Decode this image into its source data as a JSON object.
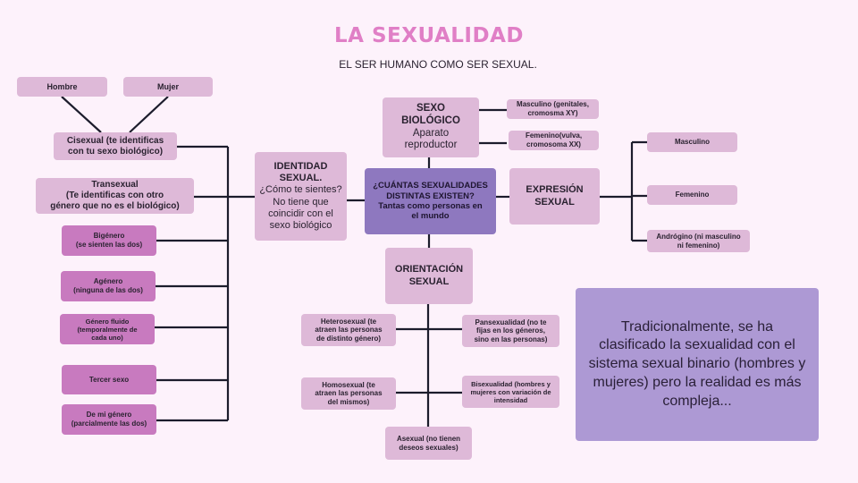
{
  "header": {
    "title": "LA SEXUALIDAD",
    "subtitle": "EL SER HUMANO COMO SER SEXUAL."
  },
  "center": {
    "text": "¿CUÁNTAS SEXUALIDADES\nDISTINTAS EXISTEN?\nTantas como personas en\nel mundo"
  },
  "identidad": {
    "title": "IDENTIDAD\nSEXUAL.",
    "description": "¿Cómo te sientes?\nNo tiene que\ncoincidir con el\nsexo biológico",
    "items": [
      "Cisexual (te identificas\ncon tu sexo biológico)",
      "Transexual\n(Te identificas con otro\ngénero que no es el biológico)",
      "Bigénero\n(se sienten las dos)",
      "Agénero\n(ninguna de las dos)",
      "Género fluido\n(temporalmente de\ncada uno)",
      "Tercer sexo",
      "De mi género\n(parcialmente las dos)"
    ],
    "cisexual_children": [
      "Hombre",
      "Mujer"
    ]
  },
  "sexo_biologico": {
    "title": "SEXO\nBIOLÓGICO",
    "description": "Aparato\nreproductor",
    "items": [
      "Masculino (genitales,\ncromosma XY)",
      "Femenino(vulva,\ncromosoma XX)"
    ]
  },
  "expresion": {
    "title": "EXPRESIÓN\nSEXUAL",
    "items": [
      "Masculino",
      "Femenino",
      "Andrógino (ni masculino\nni femenino)"
    ]
  },
  "orientacion": {
    "title": "ORIENTACIÓN\nSEXUAL",
    "items": [
      "Heterosexual (te\natraen las personas\nde distinto género)",
      "Pansexualidad (no te\nfijas en los géneros,\nsino en las personas)",
      "Homosexual (te\natraen las personas\ndel mismos)",
      "Bisexualidad (hombres y\nmujeres con variación de\nintensidad",
      "Asexual (no tienen\ndeseos sexuales)"
    ]
  },
  "note": {
    "text": "Tradicionalmente, se ha clasificado la sexualidad con el sistema sexual binario (hombres y mujeres) pero la realidad es más compleja..."
  },
  "colors": {
    "background": "#fdf2fb",
    "title": "#e07fc6",
    "light_box": "#deb9d8",
    "pink_box": "#c87abf",
    "center_box": "#8e78bf",
    "note_box": "#ad99d4",
    "connector": "#1c1c2c"
  }
}
